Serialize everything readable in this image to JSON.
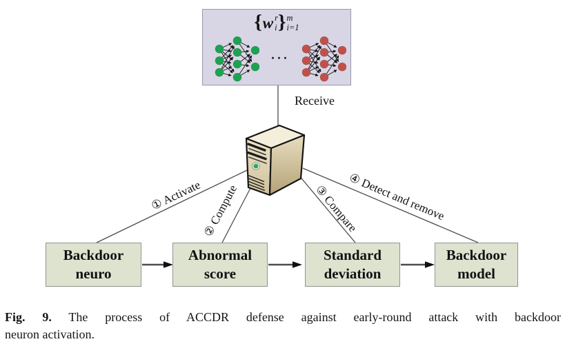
{
  "caption": {
    "label": "Fig. 9.",
    "line1": "The process of ACCDR defense against early-round attack with backdoor",
    "line2": "neuron activation."
  },
  "top_box": {
    "formula": {
      "brace_open": "{",
      "main": "w",
      "main_sup": "r",
      "main_sub": "i",
      "brace_close": "}",
      "set_sup": "m",
      "set_sub": "i=1"
    },
    "dots": "···",
    "networks": [
      {
        "name": "benign-model-network",
        "color": "#1ca351",
        "layers": [
          3,
          4,
          2
        ]
      },
      {
        "name": "backdoor-model-network",
        "color": "#c25049",
        "layers": [
          3,
          4,
          2
        ]
      }
    ]
  },
  "server": {
    "receive_label": "Receive"
  },
  "edges": [
    {
      "label": "① Activate"
    },
    {
      "label": "② Compute"
    },
    {
      "label": "③ Compare"
    },
    {
      "label": "④ Detect and remove"
    }
  ],
  "process_boxes": [
    {
      "line1": "Backdoor",
      "line2": "neuro"
    },
    {
      "line1": "Abnormal",
      "line2": "score"
    },
    {
      "line1": "Standard",
      "line2": "deviation"
    },
    {
      "line1": "Backdoor",
      "line2": "model"
    }
  ],
  "colors": {
    "top_box_bg": "#d8d5e5",
    "process_box_bg": "#dee3d0",
    "benign_green": "#1ca351",
    "backdoor_red": "#c25049",
    "server_tan": "#d9cca8"
  }
}
